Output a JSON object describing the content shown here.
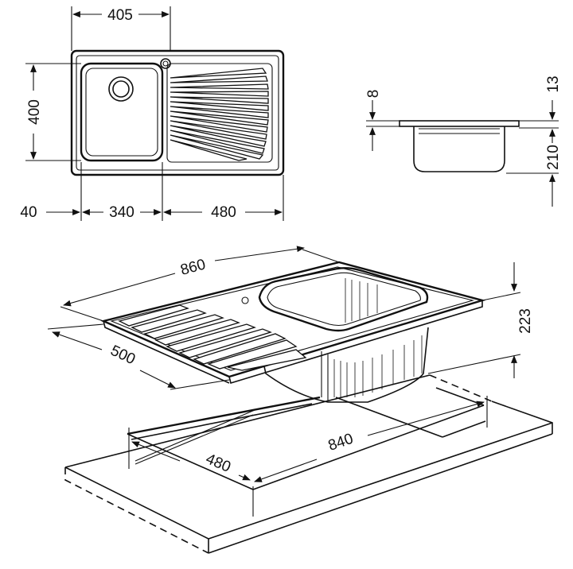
{
  "top_view": {
    "width_total": "405",
    "height": "400",
    "margin_left": "40",
    "bowl_width": "340",
    "drainer_width": "480"
  },
  "side_view": {
    "rim_thickness": "8",
    "rim_height": "13",
    "bowl_depth": "210"
  },
  "iso_view": {
    "length": "860",
    "depth": "500",
    "height": "223",
    "cutout_depth": "480",
    "cutout_length": "840"
  }
}
